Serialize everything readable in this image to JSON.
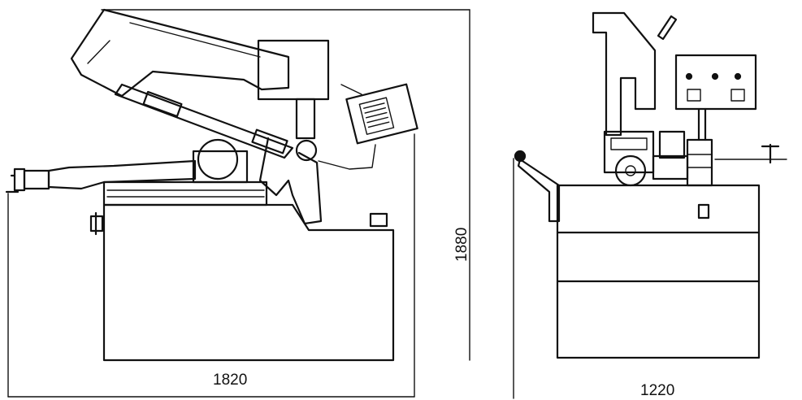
{
  "dimensions": {
    "side_view_width": "1820",
    "side_view_height": "1880",
    "front_view_width": "1220"
  }
}
